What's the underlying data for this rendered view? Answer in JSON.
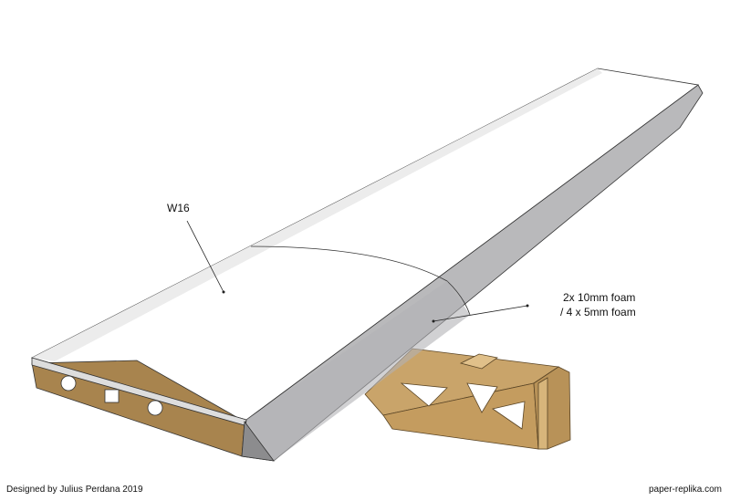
{
  "labels": {
    "part": "W16",
    "foam_line1": "2x 10mm foam",
    "foam_line2": "/ 4 x 5mm foam"
  },
  "footer": {
    "credit": "Designed by Julius Perdana 2019",
    "site": "paper-replika.com"
  },
  "colors": {
    "wood": "#c9a46a",
    "wood_dark": "#a8844e",
    "foam": "#b9b9bb",
    "skin": "#ffffff"
  }
}
